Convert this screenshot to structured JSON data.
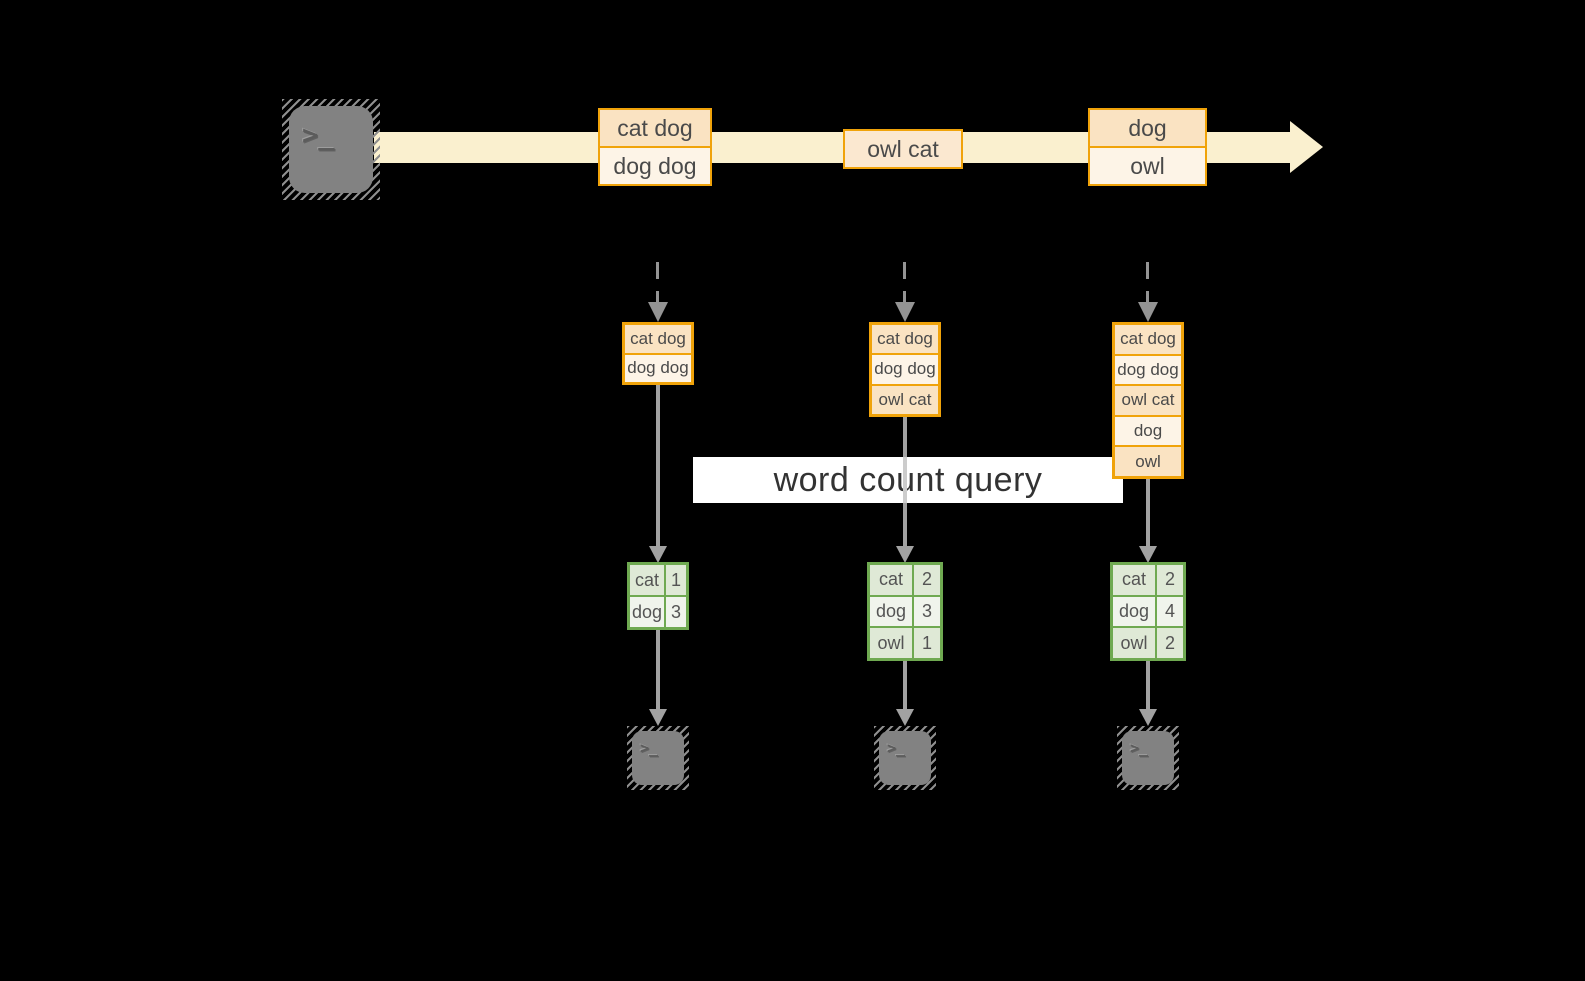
{
  "query_label": "word count query",
  "icons": {
    "terminal_glyph": ">_",
    "source": "terminal-icon",
    "sinks": [
      "terminal-icon",
      "terminal-icon",
      "terminal-icon"
    ],
    "stream_arrowhead": "right-arrowhead-icon"
  },
  "colors": {
    "background": "#000000",
    "stream_band": "#faf0cf",
    "orange_border": "#f0a30a",
    "peach_fill": "#fae3c2",
    "cream_fill": "#fdf4e7",
    "green_border": "#6fa951",
    "green_fill_dark": "#dfe9d6",
    "green_fill_light": "#f0f4ec",
    "arrow_gray": "#9e9e9e",
    "terminal_gray": "#828282",
    "banner_bg": "#ffffff",
    "text": "#4a4a4a"
  },
  "stream": {
    "batches": [
      {
        "rows": [
          "cat dog",
          "dog dog"
        ]
      },
      {
        "rows": [
          "owl cat"
        ]
      },
      {
        "rows": [
          "dog",
          "owl"
        ]
      }
    ]
  },
  "columns": [
    {
      "input_rows": [
        "cat dog",
        "dog dog"
      ],
      "counts": [
        {
          "word": "cat",
          "count": "1"
        },
        {
          "word": "dog",
          "count": "3"
        }
      ]
    },
    {
      "input_rows": [
        "cat dog",
        "dog dog",
        "owl cat"
      ],
      "counts": [
        {
          "word": "cat",
          "count": "2"
        },
        {
          "word": "dog",
          "count": "3"
        },
        {
          "word": "owl",
          "count": "1"
        }
      ]
    },
    {
      "input_rows": [
        "cat dog",
        "dog dog",
        "owl cat",
        "dog",
        "owl"
      ],
      "counts": [
        {
          "word": "cat",
          "count": "2"
        },
        {
          "word": "dog",
          "count": "4"
        },
        {
          "word": "owl",
          "count": "2"
        }
      ]
    }
  ]
}
